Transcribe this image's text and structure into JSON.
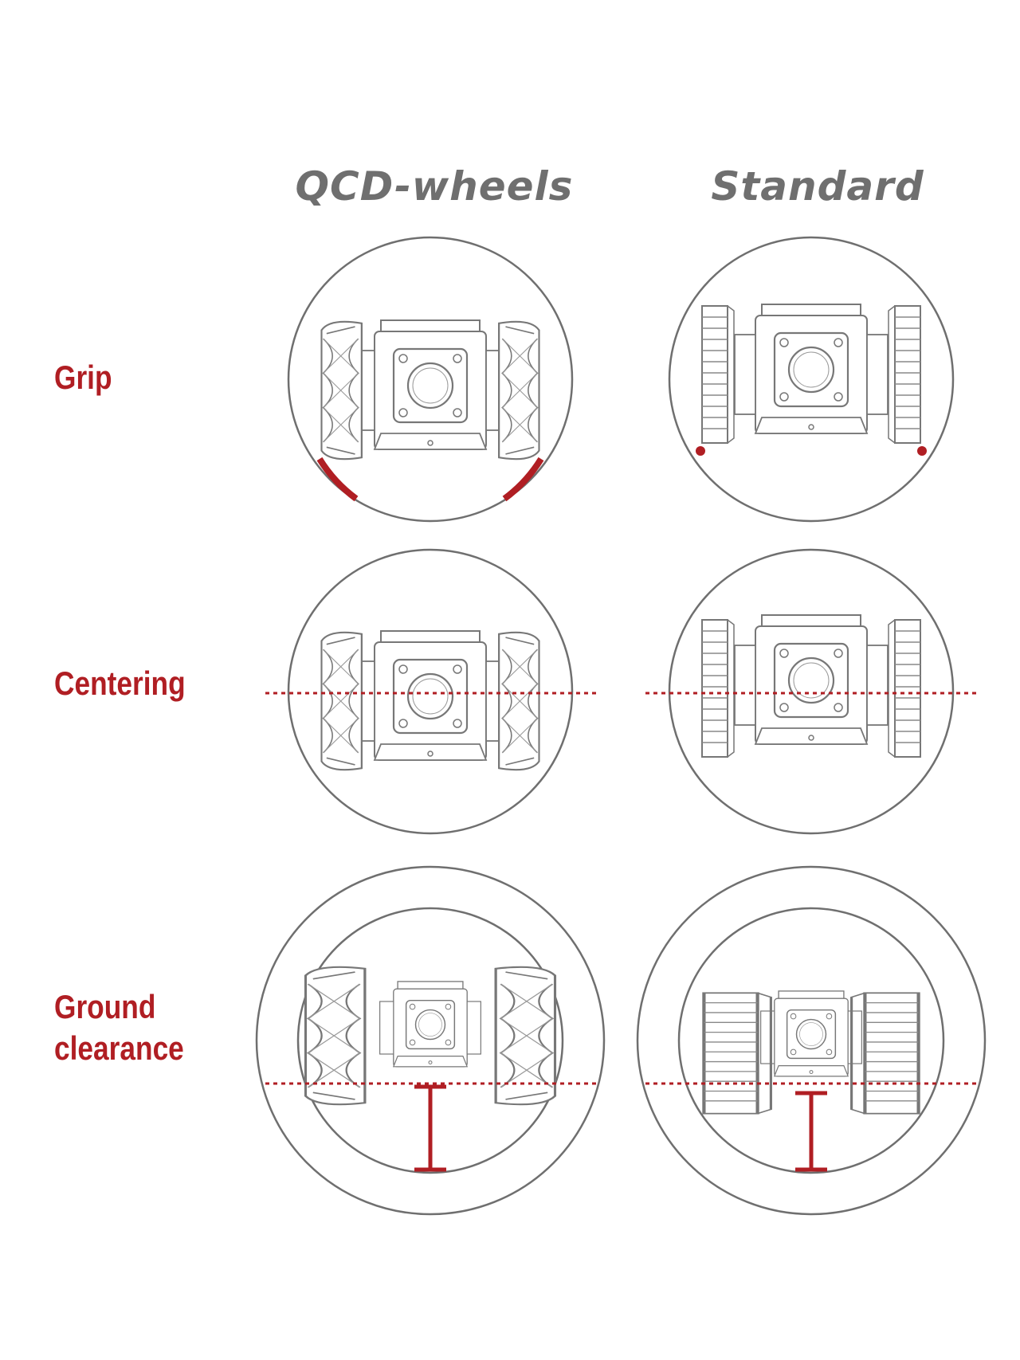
{
  "columns": {
    "qcd_title": "QCD-wheels",
    "standard_title": "Standard"
  },
  "rows": {
    "grip_label": "Grip",
    "centering_label": "Centering",
    "ground_line1": "Ground",
    "ground_line2": "clearance"
  },
  "colors": {
    "accent": "#b01e23",
    "drawing": "#6f6f6f",
    "title": "#6f6f6f"
  }
}
